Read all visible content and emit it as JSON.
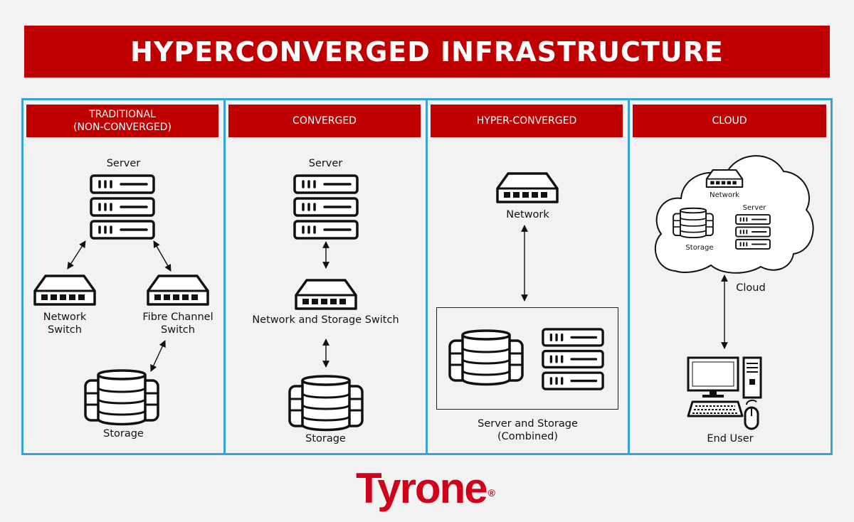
{
  "title": "HYPERCONVERGED INFRASTRUCTURE",
  "panels": {
    "traditional": {
      "header": "TRADITIONAL\n(NON-CONVERGED)",
      "server": "Server",
      "network_switch": "Network\nSwitch",
      "fibre_switch": "Fibre Channel\nSwitch",
      "storage": "Storage"
    },
    "converged": {
      "header": "CONVERGED",
      "server": "Server",
      "switch": "Network and Storage Switch",
      "storage": "Storage"
    },
    "hyper": {
      "header": "HYPER-CONVERGED",
      "network": "Network",
      "combined": "Server and Storage\n(Combined)"
    },
    "cloud": {
      "header": "CLOUD",
      "cloud_network": "Network",
      "cloud_server": "Server",
      "cloud_storage": "Storage",
      "link_label": "Cloud",
      "end_user": "End User"
    }
  },
  "logo": {
    "text": "Tyrone",
    "mark": "®"
  },
  "colors": {
    "brand_red": "#c00000",
    "frame_blue": "#39a4d3",
    "logo_red": "#d0021b"
  },
  "icons": [
    "server-rack-icon",
    "network-switch-icon",
    "storage-database-icon",
    "cloud-icon",
    "desktop-computer-icon",
    "keyboard-icon",
    "mouse-icon"
  ]
}
